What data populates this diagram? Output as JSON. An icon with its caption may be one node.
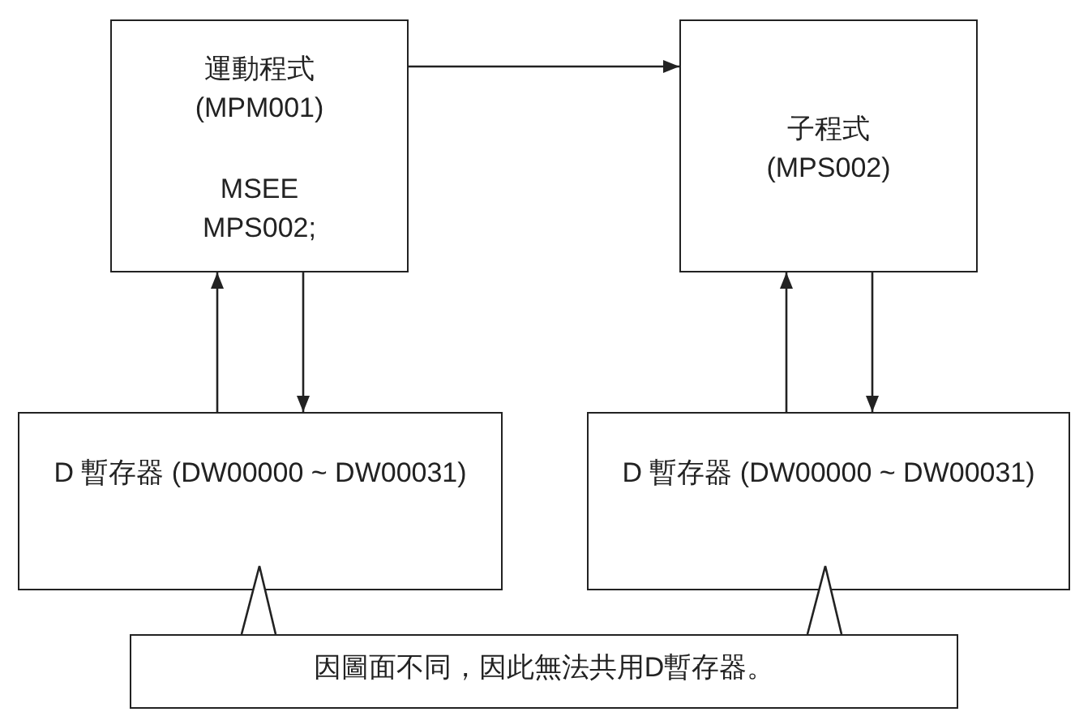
{
  "diagram": {
    "nodes": [
      {
        "text": [
          "運動程式 (MPM001)",
          "MSEE MPS002;"
        ]
      },
      {
        "text": [
          "子程式 (MPS002)"
        ]
      },
      {
        "text": [
          "D 暫存器 (DW00000 ~ DW00031)"
        ]
      },
      {
        "text": [
          "D 暫存器 (DW00000 ~ DW00031)"
        ]
      },
      {
        "text": [
          "因圖面不同，因此無法共用D暫存器。"
        ]
      }
    ],
    "edges": [
      {
        "from": 0,
        "to": 1,
        "arrow": "to"
      },
      {
        "from": 2,
        "to": 0,
        "arrow": "to"
      },
      {
        "from": 0,
        "to": 2,
        "arrow": "to"
      },
      {
        "from": 3,
        "to": 1,
        "arrow": "to"
      },
      {
        "from": 1,
        "to": 3,
        "arrow": "to"
      },
      {
        "from": 4,
        "to": 2,
        "arrow": "none"
      },
      {
        "from": 4,
        "to": 3,
        "arrow": "none"
      }
    ]
  }
}
